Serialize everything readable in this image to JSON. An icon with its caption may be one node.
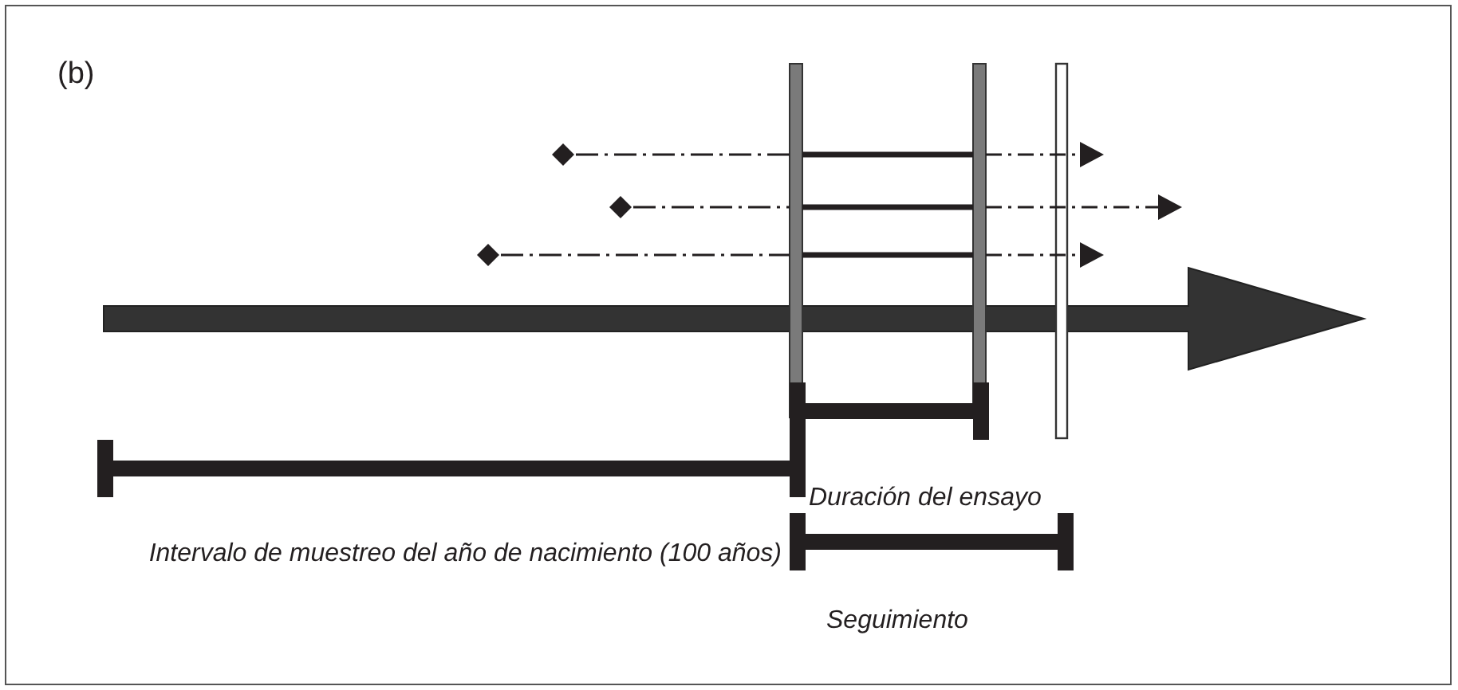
{
  "diagram": {
    "labels": [
      "(b)",
      "Duración del ensayo",
      "Intervalo de muestreo del año de nacimiento (100 años)",
      "Seguimiento"
    ]
  }
}
